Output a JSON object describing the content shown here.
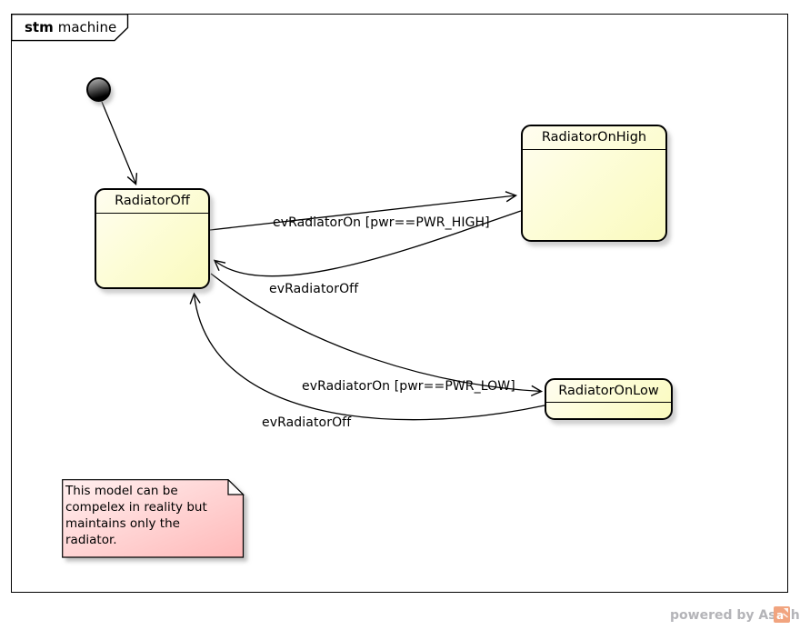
{
  "frame": {
    "keyword": "stm",
    "title": "machine"
  },
  "diagram": {
    "states": {
      "off": {
        "name": "RadiatorOff"
      },
      "high": {
        "name": "RadiatorOnHigh"
      },
      "low": {
        "name": "RadiatorOnLow"
      }
    },
    "transitions": {
      "off_to_high": {
        "label": "evRadiatorOn [pwr==PWR_HIGH]"
      },
      "high_to_off": {
        "label": "evRadiatorOff"
      },
      "off_to_low": {
        "label": "evRadiatorOn [pwr==PWR_LOW]"
      },
      "low_to_off": {
        "label": "evRadiatorOff"
      }
    },
    "note": {
      "lines": [
        "This model can be",
        "compelex in reality but",
        "maintains only the",
        "radiator."
      ]
    }
  },
  "footer": {
    "credit": "powered by Astah",
    "logo": "astah-logo"
  },
  "colors": {
    "state_fill_top": "#fffdf0",
    "state_fill_bottom": "#fafabe",
    "note_fill_top": "#ffefef",
    "note_fill_bottom": "#ffb9b9",
    "astah_orange": "#f1a47f",
    "credit_gray": "#b4b4b8"
  }
}
